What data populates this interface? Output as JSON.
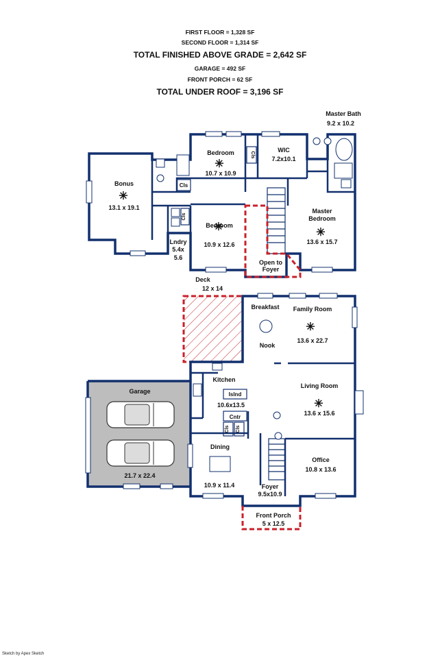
{
  "summary": {
    "first_floor": "FIRST FLOOR = 1,328 SF",
    "second_floor": "SECOND FLOOR = 1,314 SF",
    "total_finished": "TOTAL FINISHED ABOVE GRADE = 2,642 SF",
    "garage": "GARAGE = 492 SF",
    "front_porch": "FRONT PORCH = 62 SF",
    "total_roof": "TOTAL UNDER ROOF = 3,196 SF"
  },
  "second_floor": {
    "master_bath": {
      "name": "Master Bath",
      "dims": "9.2 x 10.2"
    },
    "bedroom_1": {
      "name": "Bedroom",
      "dims": "10.7 x 10.9"
    },
    "wic": {
      "name": "WIC",
      "dims": "7.2x10.1"
    },
    "bonus": {
      "name": "Bonus",
      "dims": "13.1 x 19.1"
    },
    "master_bedroom": {
      "name": "Master",
      "name2": "Bedroom",
      "dims": "13.6 x 15.7"
    },
    "bedroom_2": {
      "name": "Bedroom",
      "dims": "10.9 x 12.6"
    },
    "laundry": {
      "name": "Lndry",
      "dims": "5.4x",
      "dims2": "5.6"
    },
    "open_to_foyer": {
      "line1": "Open to",
      "line2": "Foyer"
    },
    "closet_wic": "Cls",
    "closet_hall": "Cls",
    "closet_laundry": "Cls"
  },
  "first_floor": {
    "deck": {
      "name": "Deck",
      "dims": "12 x 14"
    },
    "breakfast": {
      "name": "Breakfast",
      "name2": "Nook"
    },
    "family_room": {
      "name": "Family Room",
      "dims": "13.6 x 22.7"
    },
    "kitchen": {
      "name": "Kitchen",
      "dims": "10.6x13.5"
    },
    "island": "Islnd",
    "counter": "Cntr",
    "closet_a": "Cls",
    "closet_b": "Cls",
    "garage": {
      "name": "Garage",
      "dims": "21.7 x 22.4"
    },
    "living_room": {
      "name": "Living Room",
      "dims": "13.6 x 15.6"
    },
    "dining": {
      "name": "Dining",
      "dims": "10.9 x 11.4"
    },
    "office": {
      "name": "Office",
      "dims": "10.8 x 13.6"
    },
    "foyer": {
      "name": "Foyer",
      "dims": "9.5x10.9"
    },
    "front_porch": {
      "name": "Front Porch",
      "dims": "5 x 12.5"
    }
  },
  "credit": "Sketch by Apex Sketch",
  "colors": {
    "wall": "#12306e",
    "dashed_outline": "#c8202a",
    "garage_fill": "#bdbdbd"
  }
}
